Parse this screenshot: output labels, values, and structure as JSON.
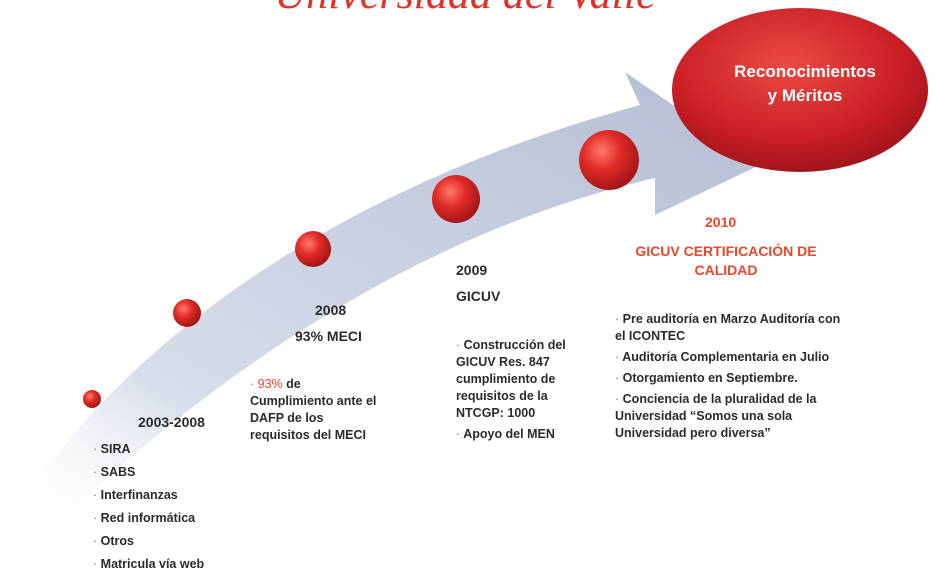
{
  "title": "Universidad del Valle",
  "oval": {
    "line1": "Reconocimientos",
    "line2": "y Méritos"
  },
  "bullet": "·",
  "milestones": [
    {
      "heading": "2003-2008",
      "items": [
        "SIRA",
        "SABS",
        "Interfinanzas",
        "Red informática",
        "Otros",
        "Matricula vía web"
      ]
    },
    {
      "year": "2008",
      "heading": "93% MECI",
      "highlight": "93%",
      "text": "de Cumplimiento ante el DAFP de los requisitos del MECI"
    },
    {
      "year": "2009",
      "heading": "GICUV",
      "items": [
        "Construcción del GICUV Res. 847 cumplimiento de requisitos de la NTCGP: 1000",
        "Apoyo del MEN"
      ]
    },
    {
      "year": "2010",
      "heading": "GICUV CERTIFICACIÓN DE CALIDAD",
      "items": [
        "Pre auditoría en Marzo Auditoría con el ICONTEC",
        "Auditoría Complementaria en Julio",
        "Otorgamiento en Septiembre.",
        "Conciencia de la pluralidad de la Universidad “Somos una sola Universidad pero diversa”"
      ]
    }
  ],
  "colors": {
    "accent": "#e8472a",
    "title": "#e0312b",
    "dot": "#d42a26",
    "oval": "#c81f25",
    "arrow": "#c7cfe0"
  }
}
